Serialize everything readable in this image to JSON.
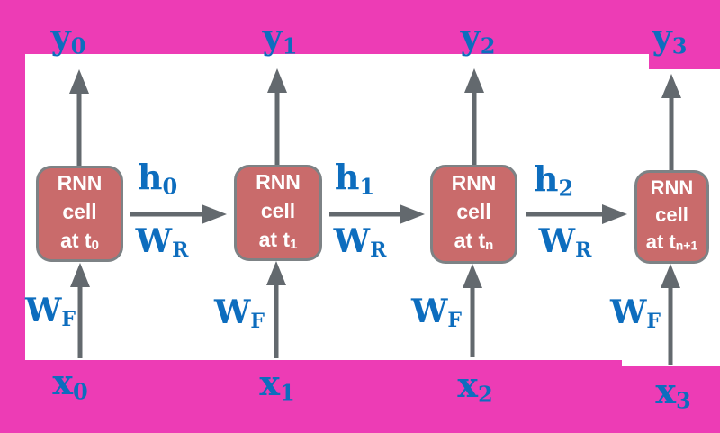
{
  "palette": {
    "frame_magenta": "#ED3CB5",
    "board_white": "#ffffff",
    "cell_fill": "#C96B6B",
    "cell_border": "#7D8285",
    "arrow_gray": "#63696E",
    "label_blue": "#0D6DBE"
  },
  "cells": [
    {
      "line1": "RNN",
      "line2": "cell",
      "line3_base": "at t",
      "line3_sub": "0"
    },
    {
      "line1": "RNN",
      "line2": "cell",
      "line3_base": "at t",
      "line3_sub": "1"
    },
    {
      "line1": "RNN",
      "line2": "cell",
      "line3_base": "at t",
      "line3_sub": "n"
    },
    {
      "line1": "RNN",
      "line2": "cell",
      "line3_base": "at t",
      "line3_sub": "n+1"
    }
  ],
  "outputs": [
    {
      "base": "y",
      "sub": "0"
    },
    {
      "base": "y",
      "sub": "1"
    },
    {
      "base": "y",
      "sub": "2"
    },
    {
      "base": "y",
      "sub": "3"
    }
  ],
  "inputs": [
    {
      "base": "x",
      "sub": "0"
    },
    {
      "base": "x",
      "sub": "1"
    },
    {
      "base": "x",
      "sub": "2"
    },
    {
      "base": "x",
      "sub": "3"
    }
  ],
  "hidden_states": [
    {
      "base": "h",
      "sub": "0"
    },
    {
      "base": "h",
      "sub": "1"
    },
    {
      "base": "h",
      "sub": "2"
    }
  ],
  "recurrent_weights": [
    {
      "base": "W",
      "sub": "R"
    },
    {
      "base": "W",
      "sub": "R"
    },
    {
      "base": "W",
      "sub": "R"
    }
  ],
  "input_weights": [
    {
      "base": "W",
      "sub": "F"
    },
    {
      "base": "W",
      "sub": "F"
    },
    {
      "base": "W",
      "sub": "F"
    },
    {
      "base": "W",
      "sub": "F"
    }
  ]
}
